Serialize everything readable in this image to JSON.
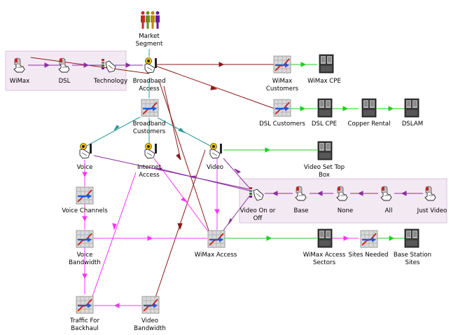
{
  "colors": {
    "maroon": "#8b1a1a",
    "green": "#22cc22",
    "magenta": "#ff33ff",
    "purple": "#8b2ea0",
    "teal": "#2a9a9a",
    "group_bg": "#f3e9f3",
    "group_border": "#d9c4d9"
  },
  "nodes": {
    "market_segment": {
      "label": "Market",
      "label2": "Segment",
      "icon": "people-icon"
    },
    "wimax_choice": {
      "label": "WiMax",
      "icon": "mouse-hand-icon"
    },
    "dsl_choice": {
      "label": "DSL",
      "icon": "mouse-hand-icon"
    },
    "technology": {
      "label": "Technology",
      "icon": "list-hand-icon"
    },
    "broadband_access": {
      "label": "Broadband",
      "label2": "Access",
      "icon": "decision-hand-icon"
    },
    "wimax_customers": {
      "label": "WiMax",
      "label2": "Customers",
      "icon": "grid-chart-icon"
    },
    "wimax_cpe": {
      "label": "WiMax CPE",
      "icon": "cabinet-icon"
    },
    "broadband_customers": {
      "label": "Broadband",
      "label2": "Customers",
      "icon": "grid-chart-icon"
    },
    "dsl_customers": {
      "label": "DSL Customers",
      "icon": "grid-chart-icon"
    },
    "dsl_cpe": {
      "label": "DSL CPE",
      "icon": "cabinet-icon"
    },
    "copper_rental": {
      "label": "Copper Rental",
      "icon": "cabinet-icon"
    },
    "dslam": {
      "label": "DSLAM",
      "icon": "cabinet-icon"
    },
    "voice": {
      "label": "Voice",
      "icon": "decision-hand-icon"
    },
    "internet_access": {
      "label": "Internet",
      "label2": "Access",
      "icon": "decision-hand-icon"
    },
    "video": {
      "label": "Video",
      "icon": "decision-hand-icon"
    },
    "video_set_top_box": {
      "label": "Video Set Top",
      "label2": "Box",
      "icon": "cabinet-icon"
    },
    "voice_channels": {
      "label": "Voice Channels",
      "icon": "grid-chart-icon"
    },
    "video_on_off": {
      "label": "Video On or",
      "label2": "Off",
      "icon": "list-hand-icon"
    },
    "base": {
      "label": "Base",
      "icon": "mouse-hand-icon"
    },
    "none": {
      "label": "None",
      "icon": "mouse-hand-icon"
    },
    "all": {
      "label": "All",
      "icon": "mouse-hand-icon"
    },
    "just_video": {
      "label": "Just Video",
      "icon": "mouse-hand-icon"
    },
    "voice_bandwidth": {
      "label": "Voice",
      "label2": "Bandwidth",
      "icon": "grid-chart-icon"
    },
    "wimax_access": {
      "label": "WiMax Access",
      "icon": "grid-chart-icon"
    },
    "wimax_access_sectors": {
      "label": "WiMax Access",
      "label2": "Sectors",
      "icon": "cabinet-icon"
    },
    "sites_needed": {
      "label": "Sites Needed",
      "icon": "grid-chart-icon"
    },
    "base_station_sites": {
      "label": "Base Station",
      "label2": "Sites",
      "icon": "cabinet-icon"
    },
    "traffic_for_backhaul": {
      "label": "Traffic For",
      "label2": "Backhaul",
      "icon": "grid-chart-icon"
    },
    "video_bandwidth": {
      "label": "Video",
      "label2": "Bandwidth",
      "icon": "grid-chart-icon"
    }
  }
}
